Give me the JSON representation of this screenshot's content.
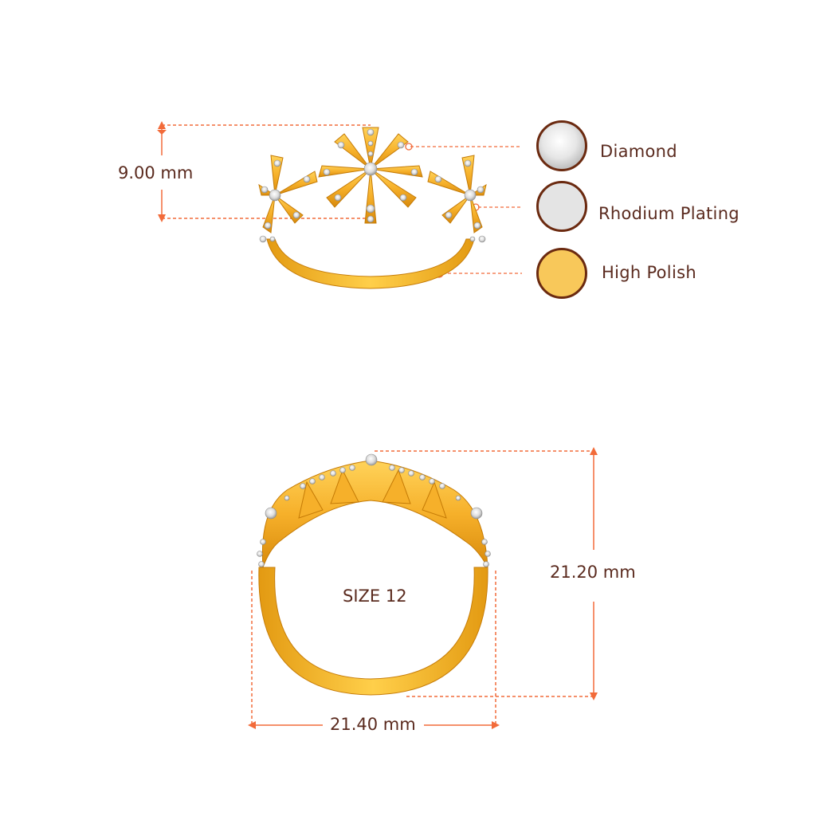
{
  "top_view": {
    "height_label": "9.00 mm"
  },
  "front_view": {
    "size_label": "SIZE 12",
    "height_label": "21.20 mm",
    "width_label": "21.40 mm"
  },
  "legend": [
    {
      "label": "Diamond",
      "icon": "diamond-swatch-icon",
      "color": "#e9e9e9"
    },
    {
      "label": "Rhodium Plating",
      "icon": "rhodium-swatch-icon",
      "color": "#e4e4e4"
    },
    {
      "label": "High Polish",
      "icon": "gold-swatch-icon",
      "color": "#f8c85a"
    }
  ],
  "colors": {
    "dimension_line": "#f26b3a",
    "text": "#5a2a1e",
    "swatch_border": "#6b2a10",
    "gold": "#f6b62a",
    "gold_dark": "#d88f10"
  }
}
